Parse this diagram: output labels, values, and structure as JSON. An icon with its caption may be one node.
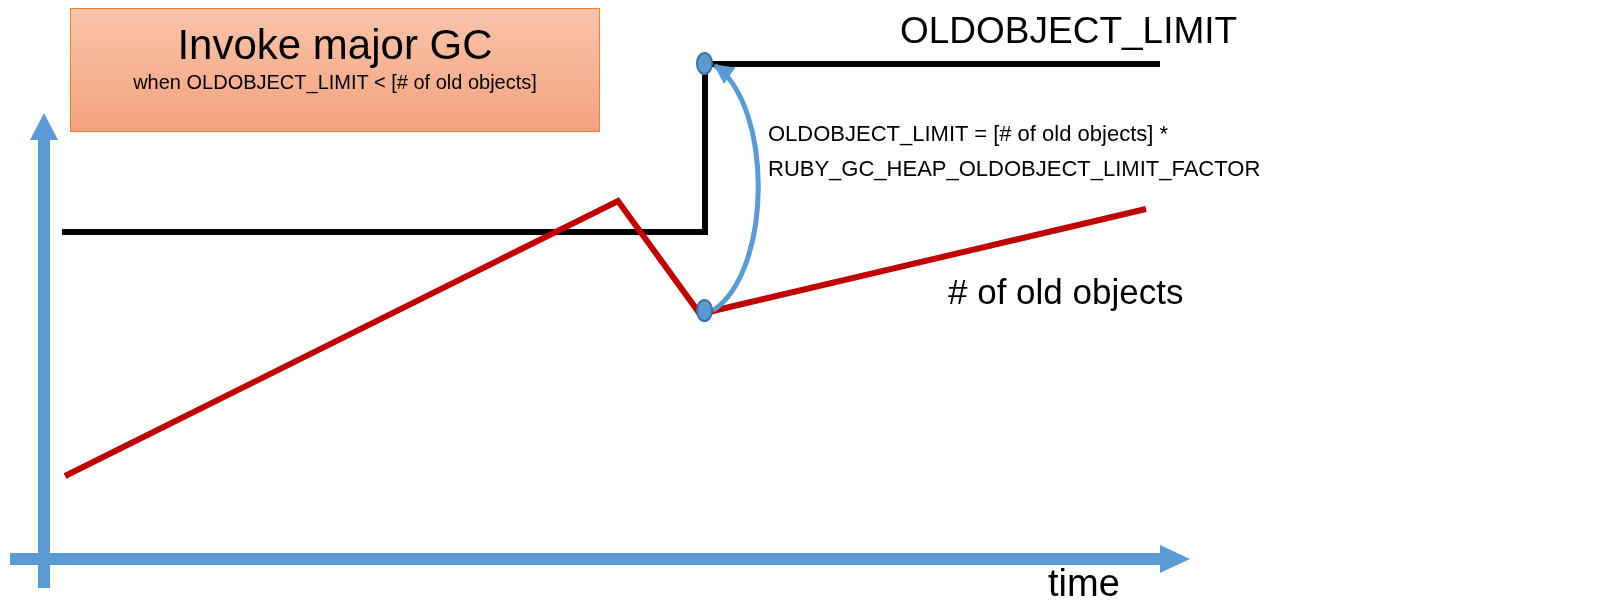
{
  "diagram": {
    "nodes": [
      {
        "text": [
          "Invoke major GC",
          "when OLDOBJECT_LIMIT < [# of old objects]"
        ]
      },
      {
        "text": [],
        "shape": "circle"
      },
      {
        "text": [],
        "shape": "circle"
      }
    ],
    "edges": [
      {
        "from": 2,
        "to": 1,
        "arrow": "to"
      }
    ],
    "labels": [
      "OLDOBJECT_LIMIT",
      "OLDOBJECT_LIMIT = [# of old objects] * RUBY_GC_HEAP_OLDOBJECT_LIMIT_FACTOR",
      "# of old objects",
      "time"
    ]
  }
}
